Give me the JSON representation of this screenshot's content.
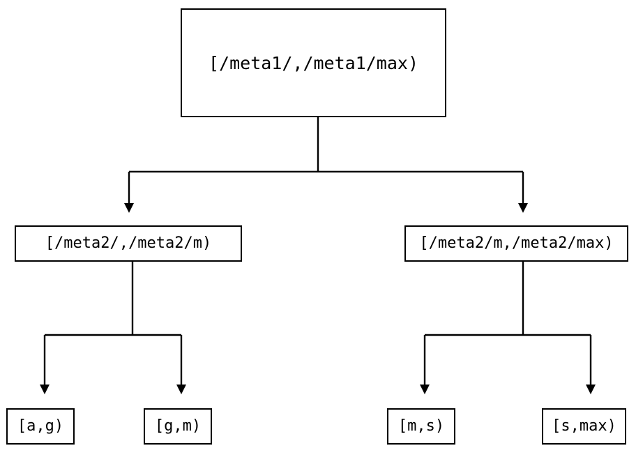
{
  "diagram": {
    "type": "tree",
    "background_color": "#ffffff",
    "line_color": "#000000",
    "nodes": {
      "root": {
        "label": "[/meta1/,/meta1/max)"
      },
      "meta2_low": {
        "label": "[/meta2/,/meta2/m)"
      },
      "meta2_high": {
        "label": "[/meta2/m,/meta2/max)"
      },
      "leaf_ag": {
        "label": "[a,g)"
      },
      "leaf_gm": {
        "label": "[g,m)"
      },
      "leaf_ms": {
        "label": "[m,s)"
      },
      "leaf_smax": {
        "label": "[s,max)"
      }
    },
    "edges": [
      {
        "from": "root",
        "to": "meta2_low",
        "arrow": "down"
      },
      {
        "from": "root",
        "to": "meta2_high",
        "arrow": "down"
      },
      {
        "from": "meta2_low",
        "to": "leaf_ag",
        "arrow": "down"
      },
      {
        "from": "meta2_low",
        "to": "leaf_gm",
        "arrow": "down"
      },
      {
        "from": "meta2_high",
        "to": "leaf_ms",
        "arrow": "down"
      },
      {
        "from": "meta2_high",
        "to": "leaf_smax",
        "arrow": "down"
      }
    ]
  }
}
